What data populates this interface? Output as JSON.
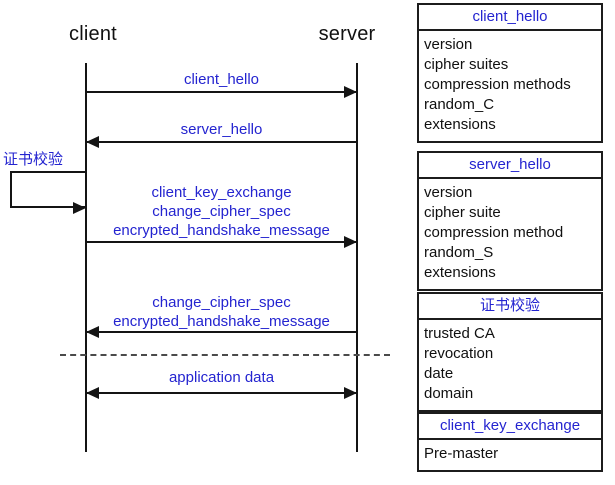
{
  "colors": {
    "accent_blue": "#2424d0",
    "line_black": "#141414"
  },
  "diagram": {
    "actors": [
      {
        "label": "client"
      },
      {
        "label": "server"
      }
    ],
    "messages": [
      {
        "lines": [
          "client_hello"
        ],
        "from": "client",
        "to": "server",
        "direction": "right"
      },
      {
        "lines": [
          "server_hello"
        ],
        "from": "server",
        "to": "client",
        "direction": "left"
      },
      {
        "lines": [
          "client_key_exchange",
          "change_cipher_spec",
          "encrypted_handshake_message"
        ],
        "from": "client",
        "to": "server",
        "direction": "right"
      },
      {
        "lines": [
          "change_cipher_spec",
          "encrypted_handshake_message"
        ],
        "from": "server",
        "to": "client",
        "direction": "left"
      },
      {
        "lines": [
          "application data"
        ],
        "from": "client",
        "to": "server",
        "direction": "both"
      }
    ],
    "self_action": {
      "label": "证书校验",
      "actor": "client"
    },
    "divider_style": "dashed"
  },
  "panels": [
    {
      "title": "client_hello",
      "items": [
        "version",
        "cipher suites",
        "compression methods",
        "random_C",
        "extensions"
      ]
    },
    {
      "title": "server_hello",
      "items": [
        "version",
        "cipher suite",
        "compression method",
        "random_S",
        "extensions"
      ]
    },
    {
      "title": "证书校验",
      "items": [
        "trusted CA",
        "revocation",
        "date",
        "domain"
      ]
    },
    {
      "title": "client_key_exchange",
      "items": [
        "Pre-master"
      ]
    }
  ]
}
